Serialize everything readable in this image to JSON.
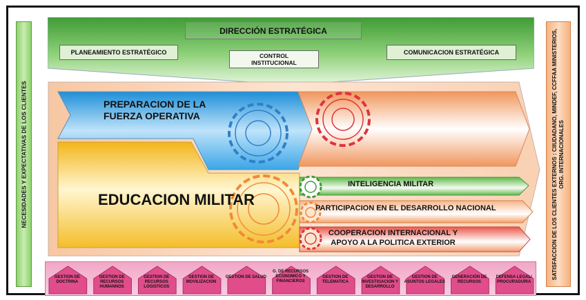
{
  "left_bar": {
    "label": "NECESIDADES Y EXPECTATIVAS DE LOS CLIENTES"
  },
  "right_bar": {
    "label": "SATISFACCION DE LOS CLIENTES EXTERNOS : CIIUDADANO, MINDEF, CCFFAA MINISTERIOS, ORG. INTERNACIONALES"
  },
  "strategic": {
    "title": "DIRECCIÓN ESTRATÉGICA",
    "left": "PLANEAMIENTO ESTRATÉGICO",
    "center": "CONTROL INSTITUCIONAL",
    "right": "COMUNICACION ESTRATÉGICA"
  },
  "core": {
    "prep": "PREPARACION DE LA FUERZA OPERATIVA",
    "education": "EDUCACION MILITAR",
    "intel": "INTELIGENCIA MILITAR",
    "development": "PARTICIPACION EN EL DESARROLLO NACIONAL",
    "cooperation": "COOPERACION INTERNACIONAL  Y APOYO A LA POLITICA EXTERIOR"
  },
  "support": [
    "GESTION DE DOCTRINA",
    "GESTION DE RECURSOS HUMANNOS",
    "GESTION DE RECURSOS LOGISTICOS",
    "GESTION DE MOVILIZACION",
    "GESTION DE SALUD",
    "G. DE RECURSOS ECONOMICO Y FINANCIEROS",
    "GESTION DE TELEMATICA",
    "GESTION DE INVESTIGACION Y DESARROLLO",
    "GESTION DE ASUNTOS LEGALES",
    "GENERACIÓN DE RECURSOS",
    "DEFENSA LEGAL/ PROCURADURIA"
  ],
  "colors": {
    "green": "#6bbf4e",
    "orange_bar": "#f4a46a",
    "peach": "#fbe0cc",
    "blue": "#2e9ee0",
    "yellow": "#f6c73b",
    "red_gear": "#e0323c",
    "pink": "#e04d8a"
  }
}
